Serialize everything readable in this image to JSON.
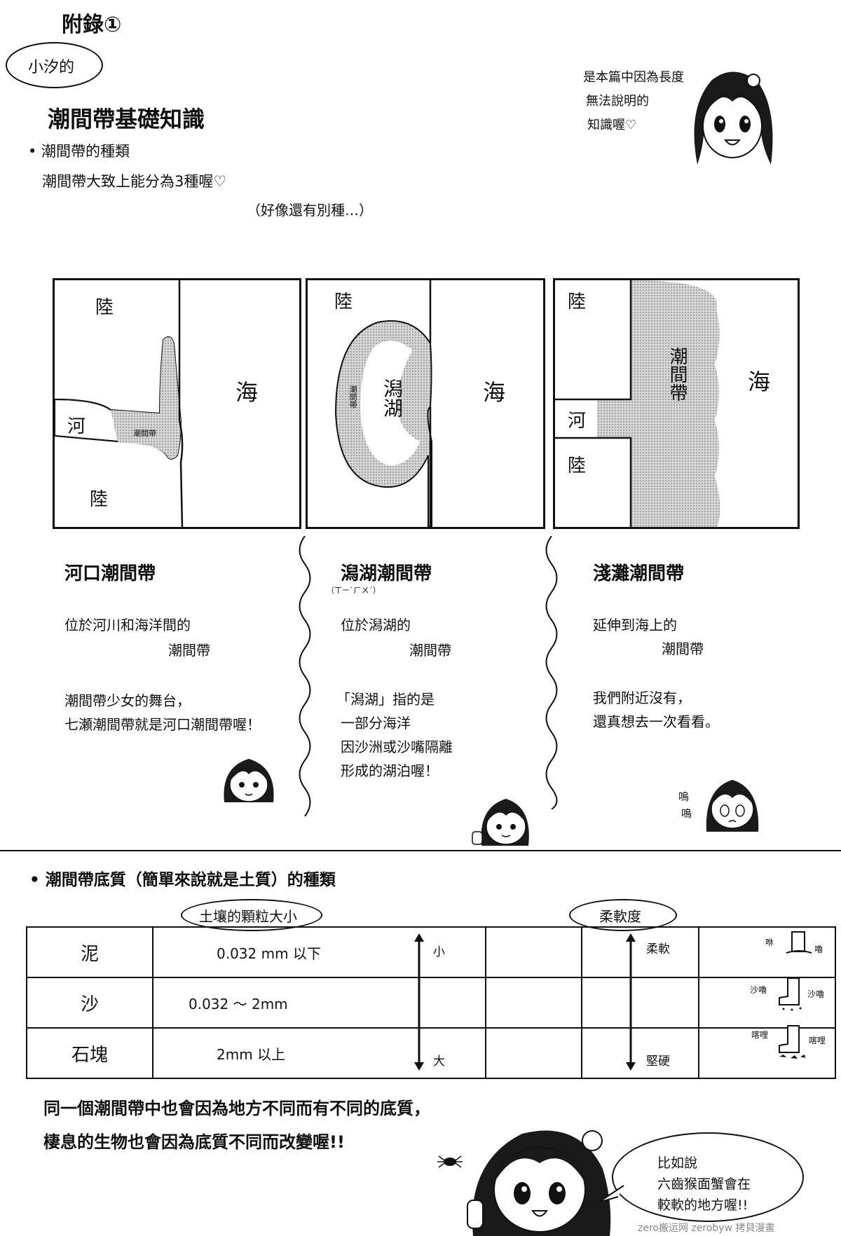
{
  "header": {
    "title": "附錄①",
    "bubble_label": "小汐的",
    "main_title": "潮間帶基礎知識",
    "side_note": [
      "是本篇中因為長度",
      "無法說明的",
      "知識喔♡"
    ]
  },
  "types_section": {
    "bullet": "• 潮間帶的種類",
    "line1": "潮間帶大致上能分為3種喔♡",
    "line2": "（好像還有別種…）"
  },
  "panels": [
    {
      "label_land_top": "陸",
      "label_land_bottom": "陸",
      "label_river": "河",
      "label_sea": "海",
      "label_zone": "潮間帶"
    },
    {
      "label_land": "陸",
      "label_lagoon": "潟湖",
      "label_zone": "潮間帶",
      "label_sea": "海"
    },
    {
      "label_land_top": "陸",
      "label_river": "河",
      "label_land_bottom": "陸",
      "label_zone": "潮間帶",
      "label_sea": "海"
    }
  ],
  "columns": [
    {
      "heading": "河口潮間帶",
      "desc": [
        "位於河川和海洋間的",
        "潮間帶"
      ],
      "note": [
        "潮間帶少女的舞台，",
        "七瀬潮間帶就是河口潮間帶喔！"
      ]
    },
    {
      "heading": "潟湖潮間帶",
      "phonetic": "（ㄒㄧˋㄏㄨˊ）",
      "desc": [
        "位於潟湖的",
        "潮間帶"
      ],
      "note": [
        "「潟湖」指的是",
        "一部分海洋",
        "因沙洲或沙嘴隔離",
        "形成的湖泊喔！"
      ]
    },
    {
      "heading": "淺灘潮間帶",
      "desc": [
        "延伸到海上的",
        "潮間帶"
      ],
      "note": [
        "我們附近沒有，",
        "還真想去一次看看。"
      ],
      "sfx": [
        "嗚",
        "嗚"
      ]
    }
  ],
  "soil_section": {
    "bullet": "• 潮間帶底質（簡單來說就是土質）的種類",
    "grain_header": "土壤的顆粒大小",
    "softness_header": "柔軟度",
    "rows": [
      {
        "name": "泥",
        "size": "0.032 mm 以下"
      },
      {
        "name": "沙",
        "size": "0.032 ～ 2mm"
      },
      {
        "name": "石塊",
        "size": "2mm 以上"
      }
    ],
    "grain_small": "小",
    "grain_large": "大",
    "soft_label": "柔軟",
    "hard_label": "堅硬",
    "boot_sfx": [
      [
        "咻",
        "嚕"
      ],
      [
        "沙嚕",
        "沙嚕"
      ],
      [
        "喀哩",
        "喀哩"
      ]
    ]
  },
  "footer": {
    "line1": "同一個潮間帶中也會因為地方不同而有不同的底質，",
    "line2": "棲息的生物也會因為底質不同而改變喔!!",
    "speech": [
      "比如說",
      "六齒猴面蟹會在",
      "較軟的地方喔!!"
    ],
    "watermark": "zero搬运网 zerobyw 拷貝漫畫"
  }
}
